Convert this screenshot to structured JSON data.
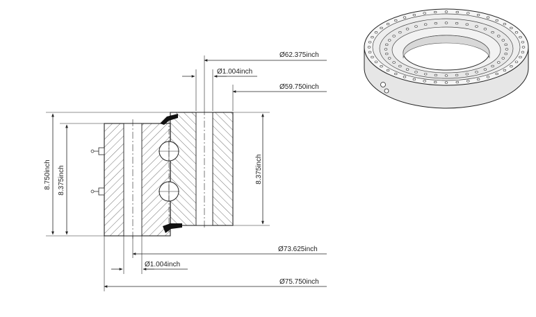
{
  "dimensions": {
    "d_outer": "Ø75.750inch",
    "d_inner_ring_od": "Ø73.625inch",
    "d_pitch": "Ø62.375inch",
    "d_bore": "Ø59.750inch",
    "hole_top": "Ø1.004inch",
    "hole_bottom": "Ø1.004inch",
    "height_total": "8.750inch",
    "height_ring_left": "8.375inch",
    "height_ring_right": "8.375inch"
  },
  "colors": {
    "line": "#222222",
    "seal": "#111111",
    "ring_shade": "#dcdcdc"
  }
}
